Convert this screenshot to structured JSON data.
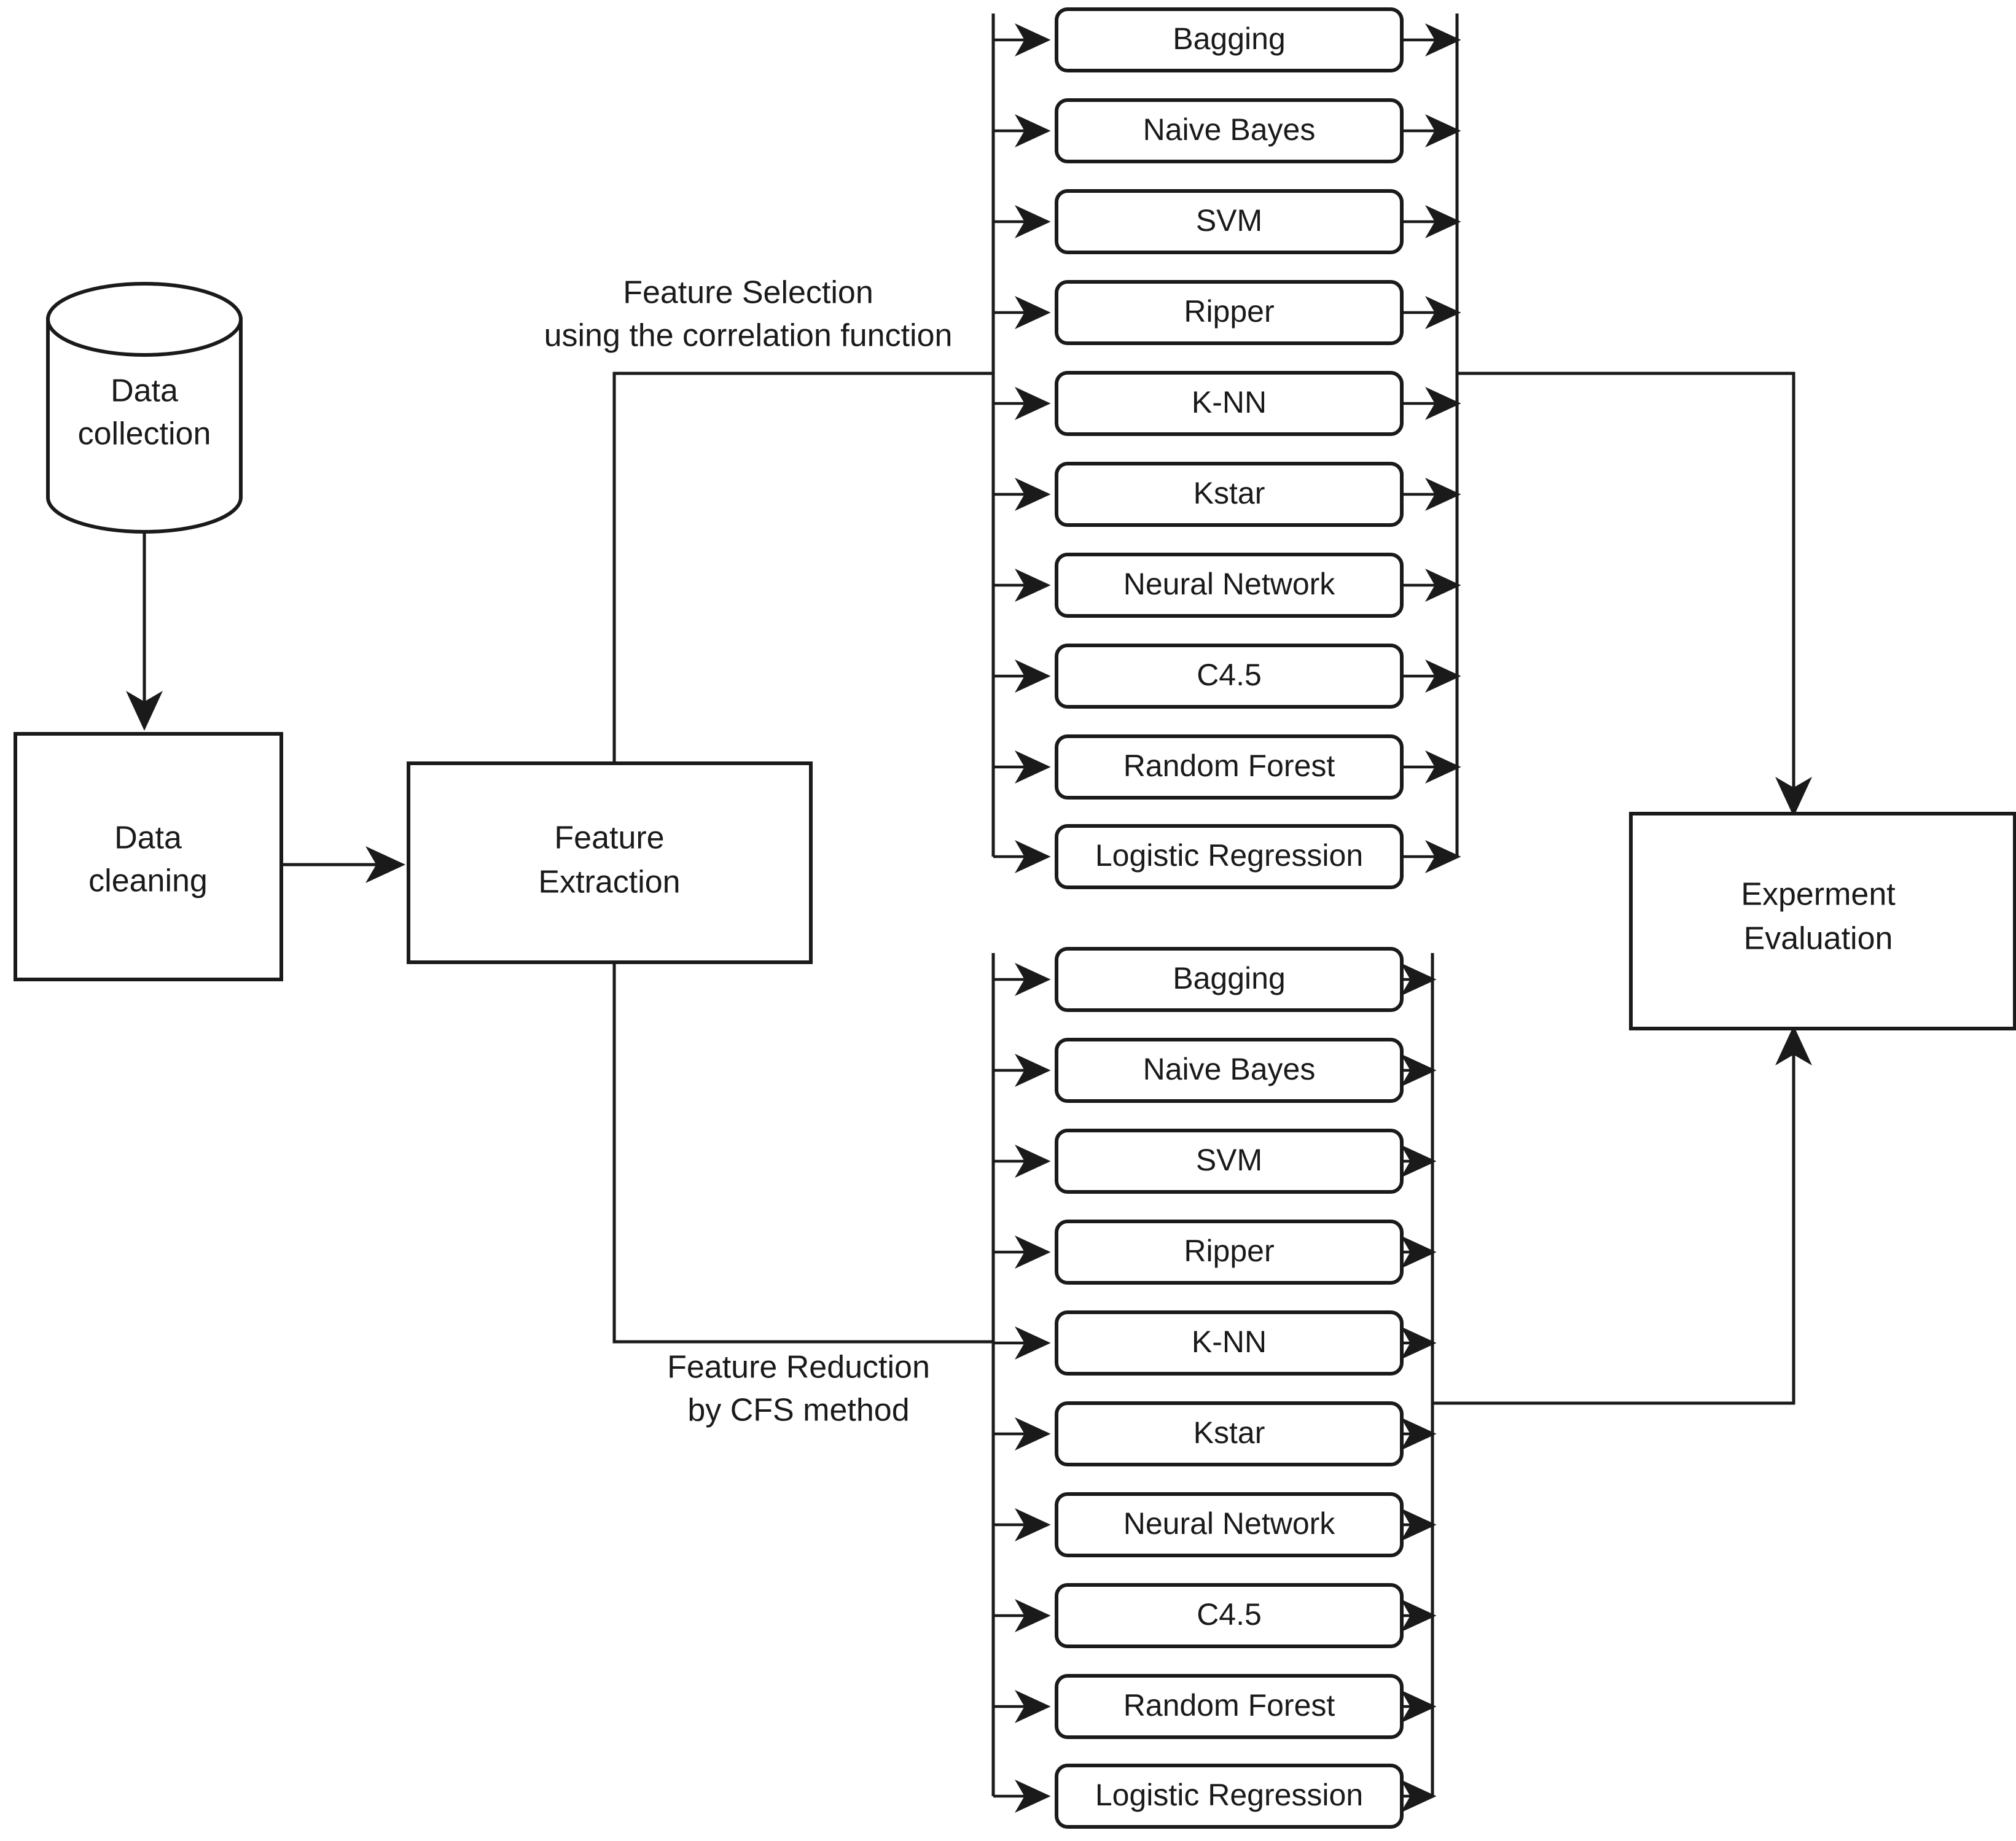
{
  "diagram": {
    "type": "flowchart",
    "orientation": "left-to-right",
    "background_color": "#ffffff",
    "stroke_color": "#1a1a1a",
    "fill_color": "#ffffff"
  },
  "nodes": {
    "data_collection": {
      "label_line1": "Data",
      "label_line2": "collection",
      "shape": "cylinder"
    },
    "data_cleaning": {
      "label_line1": "Data",
      "label_line2": "cleaning",
      "shape": "rectangle"
    },
    "feature_extraction": {
      "label_line1": "Feature",
      "label_line2": "Extraction",
      "shape": "rectangle"
    },
    "experiment_evaluation": {
      "label_line1": "Experment",
      "label_line2": "Evaluation",
      "shape": "rectangle"
    }
  },
  "edge_labels": {
    "branch_top_line1": "Feature Selection",
    "branch_top_line2": "using the correlation function",
    "branch_bottom_line1": "Feature Reduction",
    "branch_bottom_line2": "by CFS method"
  },
  "branches": [
    {
      "id": "top",
      "name": "Feature Selection using the correlation function",
      "algorithms": [
        "Bagging",
        "Naive Bayes",
        "SVM",
        "Ripper",
        "K-NN",
        "Kstar",
        "Neural Network",
        "C4.5",
        "Random Forest",
        "Logistic Regression"
      ]
    },
    {
      "id": "bottom",
      "name": "Feature Reduction by CFS method",
      "algorithms": [
        "Bagging",
        "Naive Bayes",
        "SVM",
        "Ripper",
        "K-NN",
        "Kstar",
        "Neural Network",
        "C4.5",
        "Random Forest",
        "Logistic Regression"
      ]
    }
  ]
}
